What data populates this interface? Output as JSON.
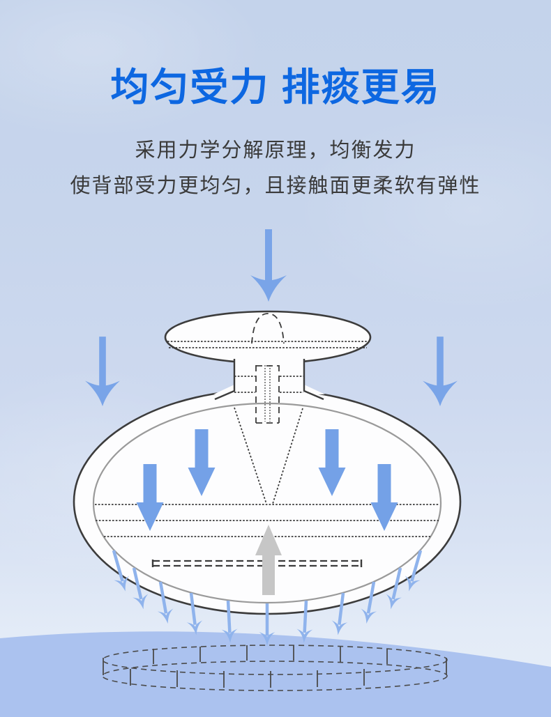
{
  "header": {
    "title": "均匀受力 排痰更易",
    "subtitle_line1": "采用力学分解原理，均衡发力",
    "subtitle_line2": "使背部受力更均匀，且接触面更柔软有弹性"
  },
  "colors": {
    "title_blue": "#0d67e1",
    "subtitle_gray": "#3a3a3a",
    "background_top": "#c4d3eb",
    "background_bottom": "#e6edf8",
    "ground_wave": "#abc2ef",
    "device_outline": "#3c3c3c",
    "device_inner_line": "#9a9a9a",
    "external_arrow_blue": "#79a4e8",
    "internal_arrow_blue": "#74a1e7",
    "edge_arrow_blue": "#8fb3ec",
    "rebound_arrow_gray": "#c6c6c6"
  },
  "diagram": {
    "external_down_arrows": 3,
    "internal_down_arrows": 4,
    "edge_distributed_arrows": 11,
    "upward_rebound_arrows": 1
  }
}
